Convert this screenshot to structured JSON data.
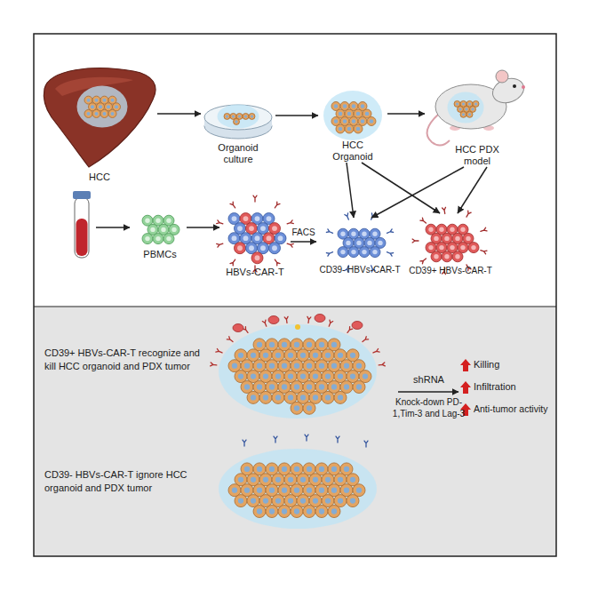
{
  "diagram": {
    "nodes": [
      {
        "text": [
          "HCC"
        ]
      },
      {
        "text": [
          "Organoid culture"
        ]
      },
      {
        "text": [
          "HCC Organoid"
        ]
      },
      {
        "text": [
          "HCC PDX model"
        ]
      },
      {
        "text": [
          "PBMCs"
        ]
      },
      {
        "text": [
          "HBVs-CAR-T"
        ]
      },
      {
        "text": [
          "CD39- HBVs-CAR-T"
        ]
      },
      {
        "text": [
          "CD39+ HBVs-CAR-T"
        ]
      },
      {
        "text": [
          "CD39+ HBVs-CAR-T recognize and kill HCC organoid and PDX tumor",
          "shRNA",
          "Knock-down PD-1,Tim-3 and Lag-3",
          "Killing",
          "Infiltration",
          "Anti-tumor activity",
          "CD39- HBVs-CAR-T ignore HCC organoid and PDX tumor"
        ]
      }
    ],
    "edges": [
      {
        "from": 0,
        "to": 1,
        "arrow": "to"
      },
      {
        "from": 1,
        "to": 2,
        "arrow": "to"
      },
      {
        "from": 2,
        "to": 3,
        "arrow": "to"
      },
      {
        "from": 2,
        "to": 6,
        "arrow": "to"
      },
      {
        "from": 2,
        "to": 7,
        "arrow": "to"
      },
      {
        "from": 3,
        "to": 6,
        "arrow": "to"
      },
      {
        "from": 3,
        "to": 7,
        "arrow": "to"
      },
      {
        "from": 4,
        "to": 5,
        "arrow": "to"
      },
      {
        "from": 5,
        "to": 6,
        "label": "FACS",
        "arrow": "to"
      }
    ]
  }
}
